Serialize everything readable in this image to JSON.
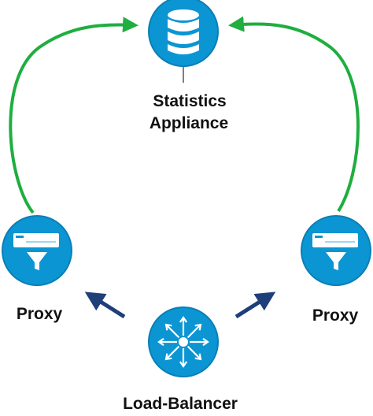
{
  "nodes": {
    "statistics_appliance": {
      "label_line1": "Statistics",
      "label_line2": "Appliance",
      "icon": "database-icon"
    },
    "proxy_left": {
      "label": "Proxy",
      "icon": "proxy-filter-icon"
    },
    "proxy_right": {
      "label": "Proxy",
      "icon": "proxy-filter-icon"
    },
    "load_balancer": {
      "label": "Load-Balancer",
      "icon": "load-balancer-icon"
    }
  },
  "colors": {
    "node_fill": "#0b95d3",
    "node_stroke": "#0a7fb6",
    "icon_white": "#ffffff",
    "green_arrow": "#1fae3f",
    "blue_arrow": "#1e3f7a"
  },
  "edges": [
    {
      "from": "proxy_left",
      "to": "statistics_appliance",
      "color": "green"
    },
    {
      "from": "proxy_right",
      "to": "statistics_appliance",
      "color": "green"
    },
    {
      "from": "load_balancer",
      "to": "proxy_left",
      "color": "blue"
    },
    {
      "from": "load_balancer",
      "to": "proxy_right",
      "color": "blue"
    }
  ]
}
